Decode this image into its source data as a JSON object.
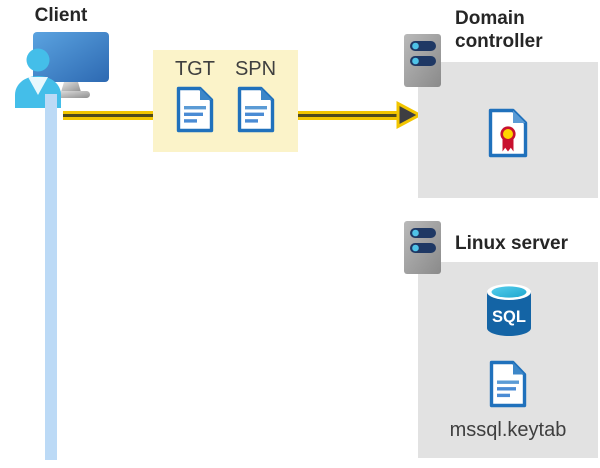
{
  "client": {
    "label": "Client"
  },
  "ticket_box": {
    "tgt_label": "TGT",
    "spn_label": "SPN"
  },
  "domain_controller": {
    "label": "Domain controller"
  },
  "linux_server": {
    "label": "Linux server",
    "sql_icon_label": "SQL",
    "keytab_label": "mssql.keytab"
  },
  "colors": {
    "arrow_yellow": "#f2c500",
    "arrow_dark_core": "#4f4a1c",
    "arrowhead_gray": "#3e3e42",
    "ticket_box_bg": "#fbf3c9",
    "server_box_bg": "#e2e2e2",
    "client_line_blue": "#bcdaf6",
    "document_blue": "#2071bc",
    "person_cyan": "#44bee9",
    "monitor_blue": "#2d69b2",
    "sql_body_blue": "#1464a5",
    "sql_top_cyan": "#35c2e3",
    "server_slot_navy": "#1f3864",
    "server_dot_cyan": "#4fc3e8",
    "seal_red": "#c8102e",
    "seal_yellow": "#ffd400",
    "text_dark": "#262626"
  }
}
